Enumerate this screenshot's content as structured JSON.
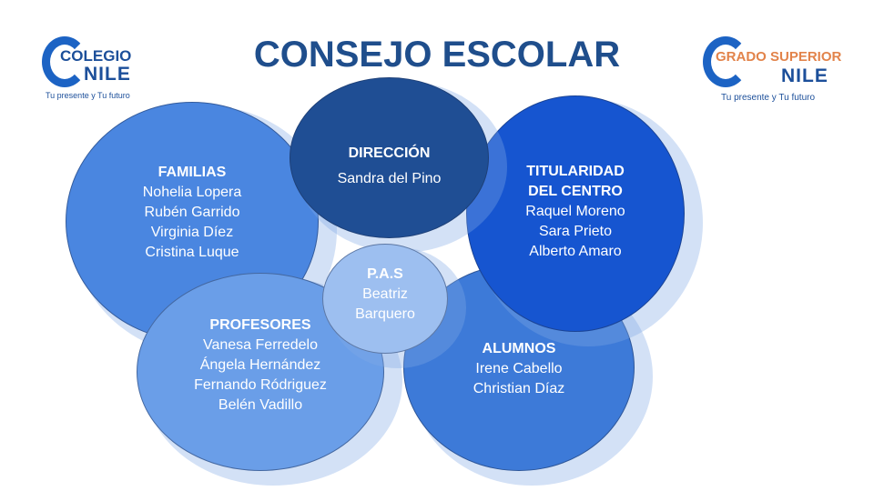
{
  "title": "CONSEJO ESCOLAR",
  "logo_left": {
    "line1": "COLEGIO",
    "line2": "NILE",
    "tagline": "Tu presente y Tu futuro"
  },
  "logo_right": {
    "line1": "GRADO SUPERIOR",
    "line2": "NILE",
    "tagline": "Tu presente y Tu futuro"
  },
  "groups": {
    "familias": {
      "heading": "FAMILIAS",
      "members": [
        "Nohelia Lopera",
        "Rubén Garrido",
        "Virginia Díez",
        "Cristina Luque"
      ]
    },
    "direccion": {
      "heading": "DIRECCIÓN",
      "members": [
        "Sandra del Pino"
      ]
    },
    "titularidad": {
      "heading1": "TITULARIDAD",
      "heading2": "DEL CENTRO",
      "members": [
        "Raquel Moreno",
        "Sara Prieto",
        "Alberto Amaro"
      ]
    },
    "pas": {
      "heading": "P.A.S",
      "members": [
        "Beatriz",
        "Barquero"
      ]
    },
    "profesores": {
      "heading": "PROFESORES",
      "members": [
        "Vanesa Ferredelo",
        "Ángela Hernández",
        "Fernando Ródriguez",
        "Belén Vadillo"
      ]
    },
    "alumnos": {
      "heading": "ALUMNOS",
      "members": [
        "Irene Cabello",
        "Christian Díaz"
      ]
    }
  },
  "colors": {
    "title": "#1f4e8c",
    "familias": "#4a86e0",
    "direccion": "#1f4e94",
    "titularidad": "#1655d0",
    "pas": "#9dbff0",
    "profesores": "#6a9ee8",
    "alumnos": "#3d7ad8"
  }
}
